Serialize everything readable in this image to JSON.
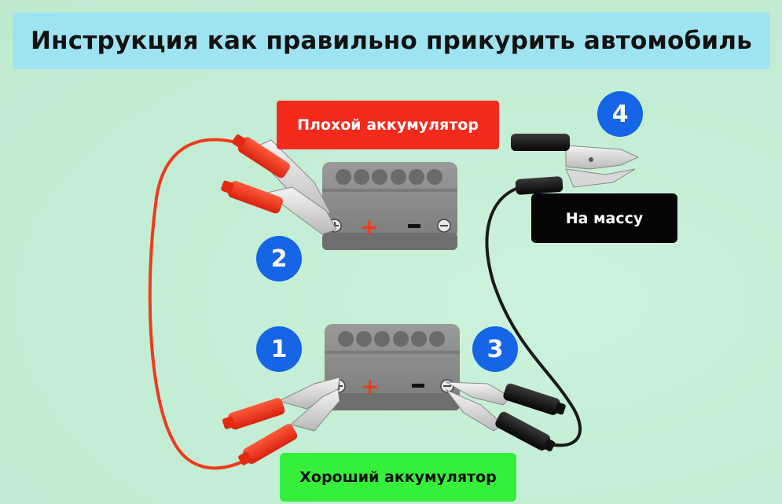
{
  "title": "Инструкция как правильно прикурить автомобиль",
  "labels": {
    "bad_battery": "Плохой аккумулятор",
    "ground": "На массу",
    "good_battery": "Хороший аккумулятор"
  },
  "steps": [
    "1",
    "2",
    "3",
    "4"
  ],
  "terminals": {
    "plus": "+",
    "minus": "–"
  },
  "colors": {
    "title_bg": "#9fe3f3",
    "bad_label_bg": "#f42a1c",
    "ground_label_bg": "#050505",
    "good_label_bg": "#35ef3a",
    "badge": "#1565e6",
    "red_cable": "#f03a1c",
    "black_cable": "#1a1a1a",
    "battery": "#8e8e8e"
  },
  "icons": [
    "battery-icon",
    "red-clamp-icon",
    "black-clamp-icon",
    "plus-terminal-icon",
    "minus-terminal-icon"
  ]
}
